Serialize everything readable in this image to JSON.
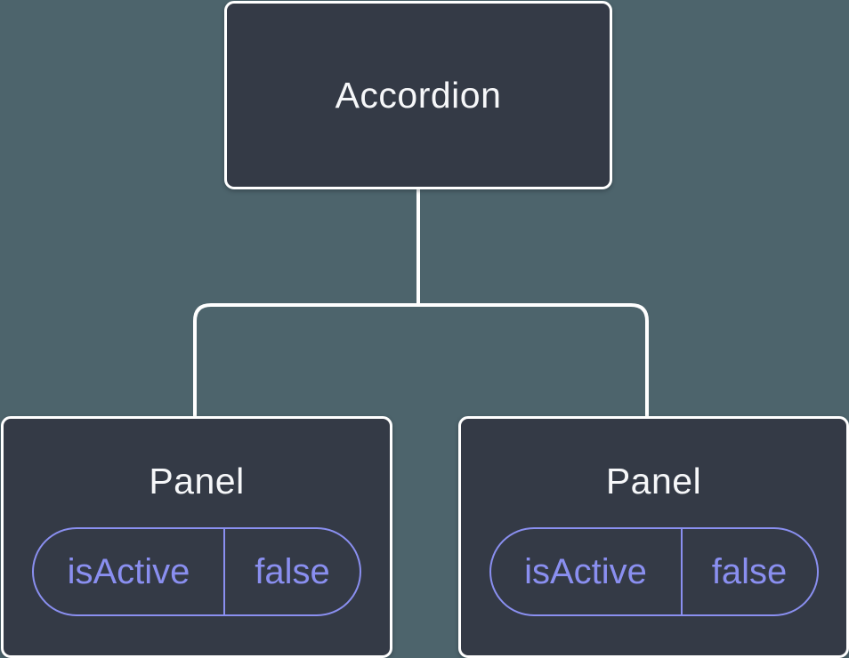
{
  "diagram": {
    "kind": "component-state-tree",
    "root": {
      "label": "Accordion"
    },
    "children": [
      {
        "label": "Panel",
        "state": {
          "key": "isActive",
          "value": "false"
        }
      },
      {
        "label": "Panel",
        "state": {
          "key": "isActive",
          "value": "false"
        }
      }
    ],
    "colors": {
      "background": "#4d646c",
      "node_fill": "#343a46",
      "node_border": "#ffffff",
      "connector": "#ffffff",
      "label_text": "#f6f7f9",
      "state_accent": "#8a8ff0"
    }
  }
}
